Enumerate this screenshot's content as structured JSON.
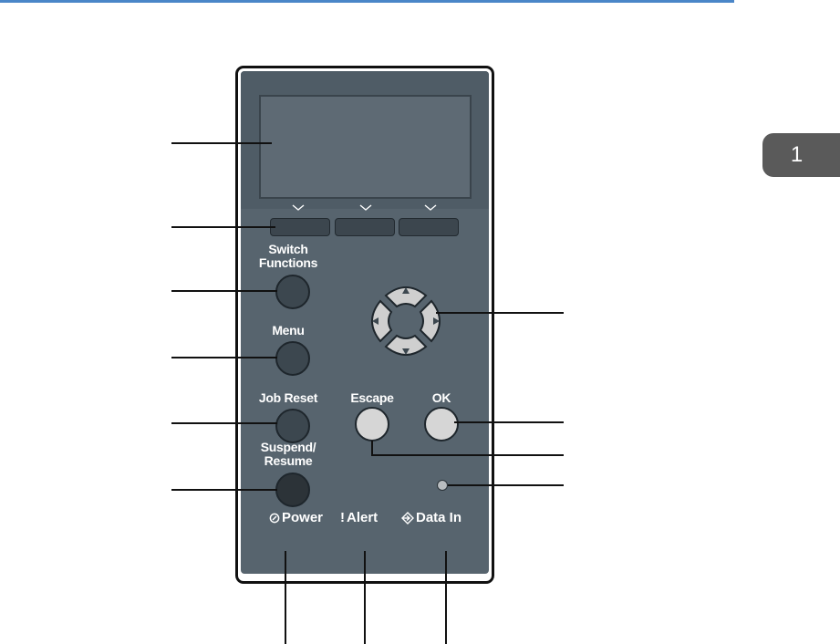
{
  "chapter_tab": {
    "label": "1"
  },
  "panel": {
    "keys": {
      "switch_functions": [
        "Switch",
        "Functions"
      ],
      "menu": "Menu",
      "job_reset": "Job Reset",
      "suspend_resume": [
        "Suspend/",
        "Resume"
      ],
      "escape": "Escape",
      "ok": "OK"
    },
    "indicators": {
      "power": "Power",
      "alert": "Alert",
      "data_in": "Data In"
    }
  },
  "colors": {
    "header_rule": "#4a86c8",
    "chapter_tab": "#5a5a5a",
    "panel_body": "#57646e",
    "panel_upper": "#4f5c66",
    "light_key": "#d6d6d6",
    "dark_key": "#3c474f"
  }
}
